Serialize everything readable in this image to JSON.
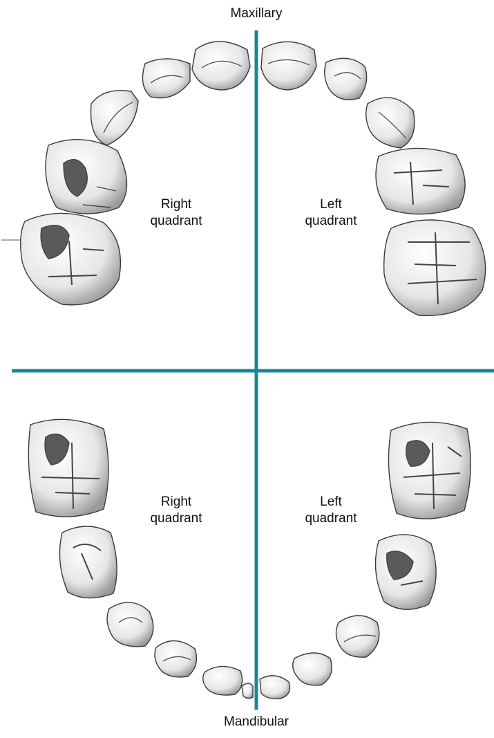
{
  "title_top": "Maxillary",
  "title_bottom": "Mandibular",
  "quadrants": {
    "upper_right": {
      "line1": "Right",
      "line2": "quadrant"
    },
    "upper_left": {
      "line1": "Left",
      "line2": "quadrant"
    },
    "lower_right": {
      "line1": "Right",
      "line2": "quadrant"
    },
    "lower_left": {
      "line1": "Left",
      "line2": "quadrant"
    }
  },
  "colors": {
    "divider": "#1a8796",
    "tooth_fill": "#f2f2f2",
    "tooth_stroke": "#3a3a3a",
    "groove": "#4a4a4a"
  }
}
